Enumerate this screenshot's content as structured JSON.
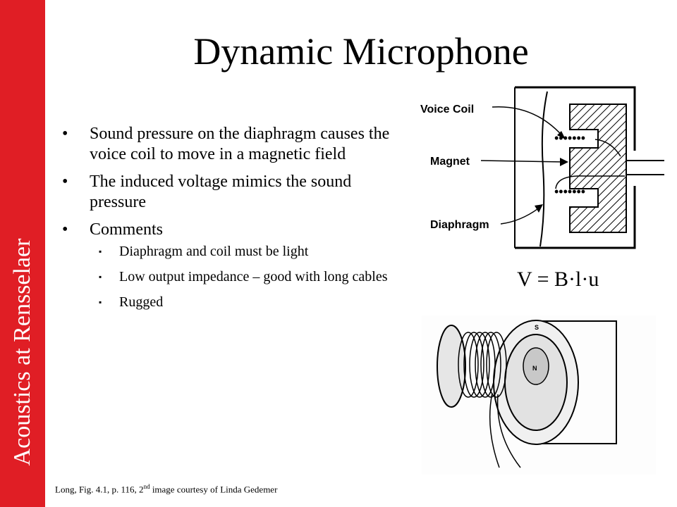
{
  "sidebar": {
    "label": "Acoustics at Rensselaer"
  },
  "slide": {
    "title": "Dynamic Microphone",
    "bullets": [
      {
        "text": "Sound pressure on the diaphragm causes the voice coil to move in a magnetic field"
      },
      {
        "text": "The induced voltage mimics the sound pressure"
      },
      {
        "text": "Comments"
      }
    ],
    "subbullets": [
      {
        "text": "Diaphragm and coil must be light"
      },
      {
        "text": "Low output impedance – good with long cables"
      },
      {
        "text": "Rugged"
      }
    ],
    "formula": "V = B·l·u",
    "caption": {
      "pre": "Long, Fig. 4.1, p. 116, 2",
      "sup": "nd",
      "post": " image courtesy of Linda Gedemer"
    }
  },
  "figure1": {
    "labels": {
      "voice_coil": "Voice Coil",
      "magnet": "Magnet",
      "diaphragm": "Diaphragm"
    }
  },
  "figure2": {
    "labels": {
      "south": "S",
      "north": "N"
    }
  }
}
